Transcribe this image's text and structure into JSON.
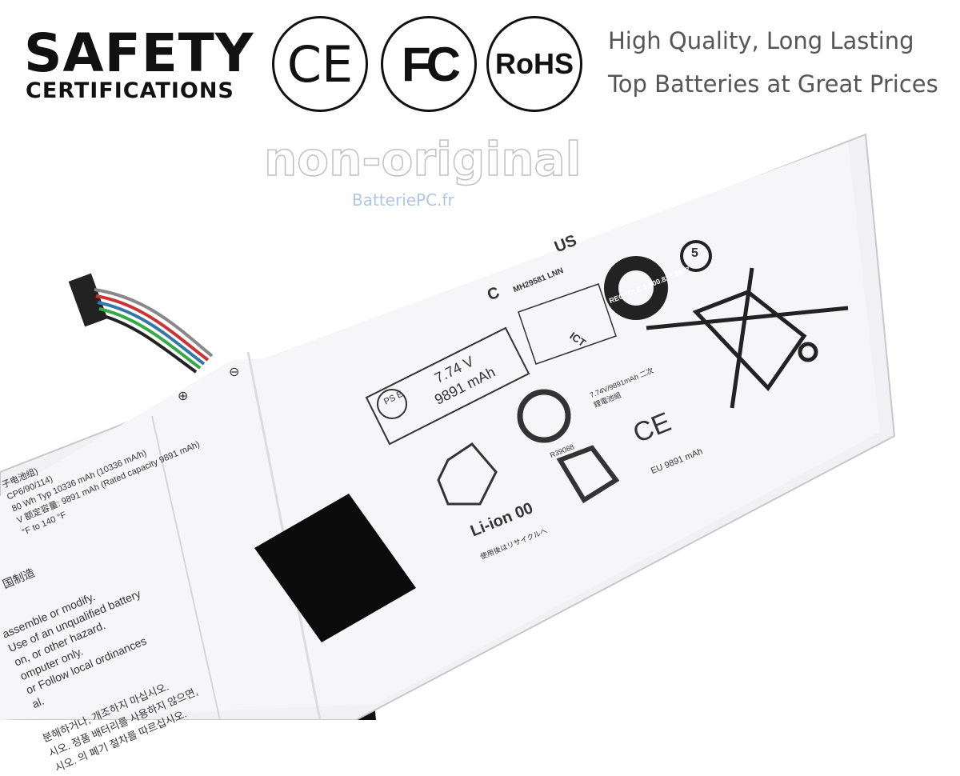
{
  "banner": {
    "title": "SAFETY",
    "subtitle": "CERTIFICATIONS",
    "certifications": [
      "CE",
      "FC",
      "RoHS"
    ],
    "taglines": [
      "High Quality, Long Lasting",
      "Top Batteries at Great Prices"
    ]
  },
  "battery_label": {
    "ul_mark": "MH29581 LNN",
    "ul_country": [
      "C",
      "US"
    ],
    "voltage": "7.74 V",
    "capacity": "9891 mAh",
    "pse": "PS E",
    "ict": "ICT",
    "recycle_seal": "RECYCLE 1.800.822.8837",
    "cn_label": "7.74V/9891mAh 二次鋰電池組",
    "r_number": "R39088",
    "ce_label": "EU 9891 mAh",
    "liion": "Li-ion 00",
    "jp_recycle": "使用後はリサイクルへ",
    "recycle_number": "5",
    "spec_lines": [
      "子电池组)",
      "CP6/90/114)",
      "80 Wh  Typ 10336 mAh (10336 mA/h)",
      "V  额定容量: 9891 mAh (Rated capacity 9891 mAh)",
      "°F to 140 °F"
    ],
    "made_in": "国制造",
    "warning_lines": [
      "assemble or modify.",
      "Use of an unqualified battery",
      "on, or other hazard.",
      "omputer only.",
      "or Follow local ordinances",
      "al."
    ],
    "korean_lines": [
      "분해하거나, 개조하지 마십시오.",
      "시오. 정품 배터리를 사용하지 않으면,",
      "시오. 의 폐기 절차를 따르십시오."
    ],
    "plus": "⊕",
    "minus": "⊖"
  },
  "watermark": {
    "main": "non-original",
    "site": "BatteriePC.fr"
  }
}
